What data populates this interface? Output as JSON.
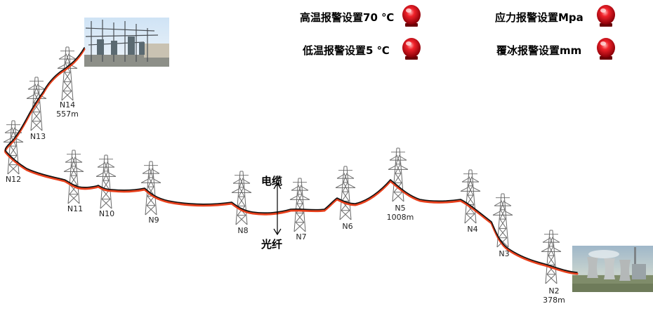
{
  "alarms": [
    {
      "label": "高温报警设置70 ℃",
      "icon": "alarm-lamp-icon"
    },
    {
      "label": "低温报警设置5 ℃",
      "icon": "alarm-lamp-icon"
    },
    {
      "label": "应力报警设置Mpa",
      "icon": "alarm-lamp-icon"
    },
    {
      "label": "覆冰报警设置mm",
      "icon": "alarm-lamp-icon"
    }
  ],
  "towers": [
    {
      "name": "N14",
      "dist": "557m"
    },
    {
      "name": "N13",
      "dist": ""
    },
    {
      "name": "N12",
      "dist": ""
    },
    {
      "name": "N11",
      "dist": ""
    },
    {
      "name": "N10",
      "dist": ""
    },
    {
      "name": "N9",
      "dist": ""
    },
    {
      "name": "N8",
      "dist": ""
    },
    {
      "name": "N7",
      "dist": ""
    },
    {
      "name": "N6",
      "dist": ""
    },
    {
      "name": "N5",
      "dist": "1008m"
    },
    {
      "name": "N4",
      "dist": ""
    },
    {
      "name": "N3",
      "dist": ""
    },
    {
      "name": "N2",
      "dist": "378m"
    }
  ],
  "legend": {
    "cable": "电缆",
    "fiber": "光纤"
  },
  "colors": {
    "cable": "#111111",
    "fiber": "#e8401c",
    "lamp": "#d8141a",
    "tower": "#6a6a6a"
  }
}
